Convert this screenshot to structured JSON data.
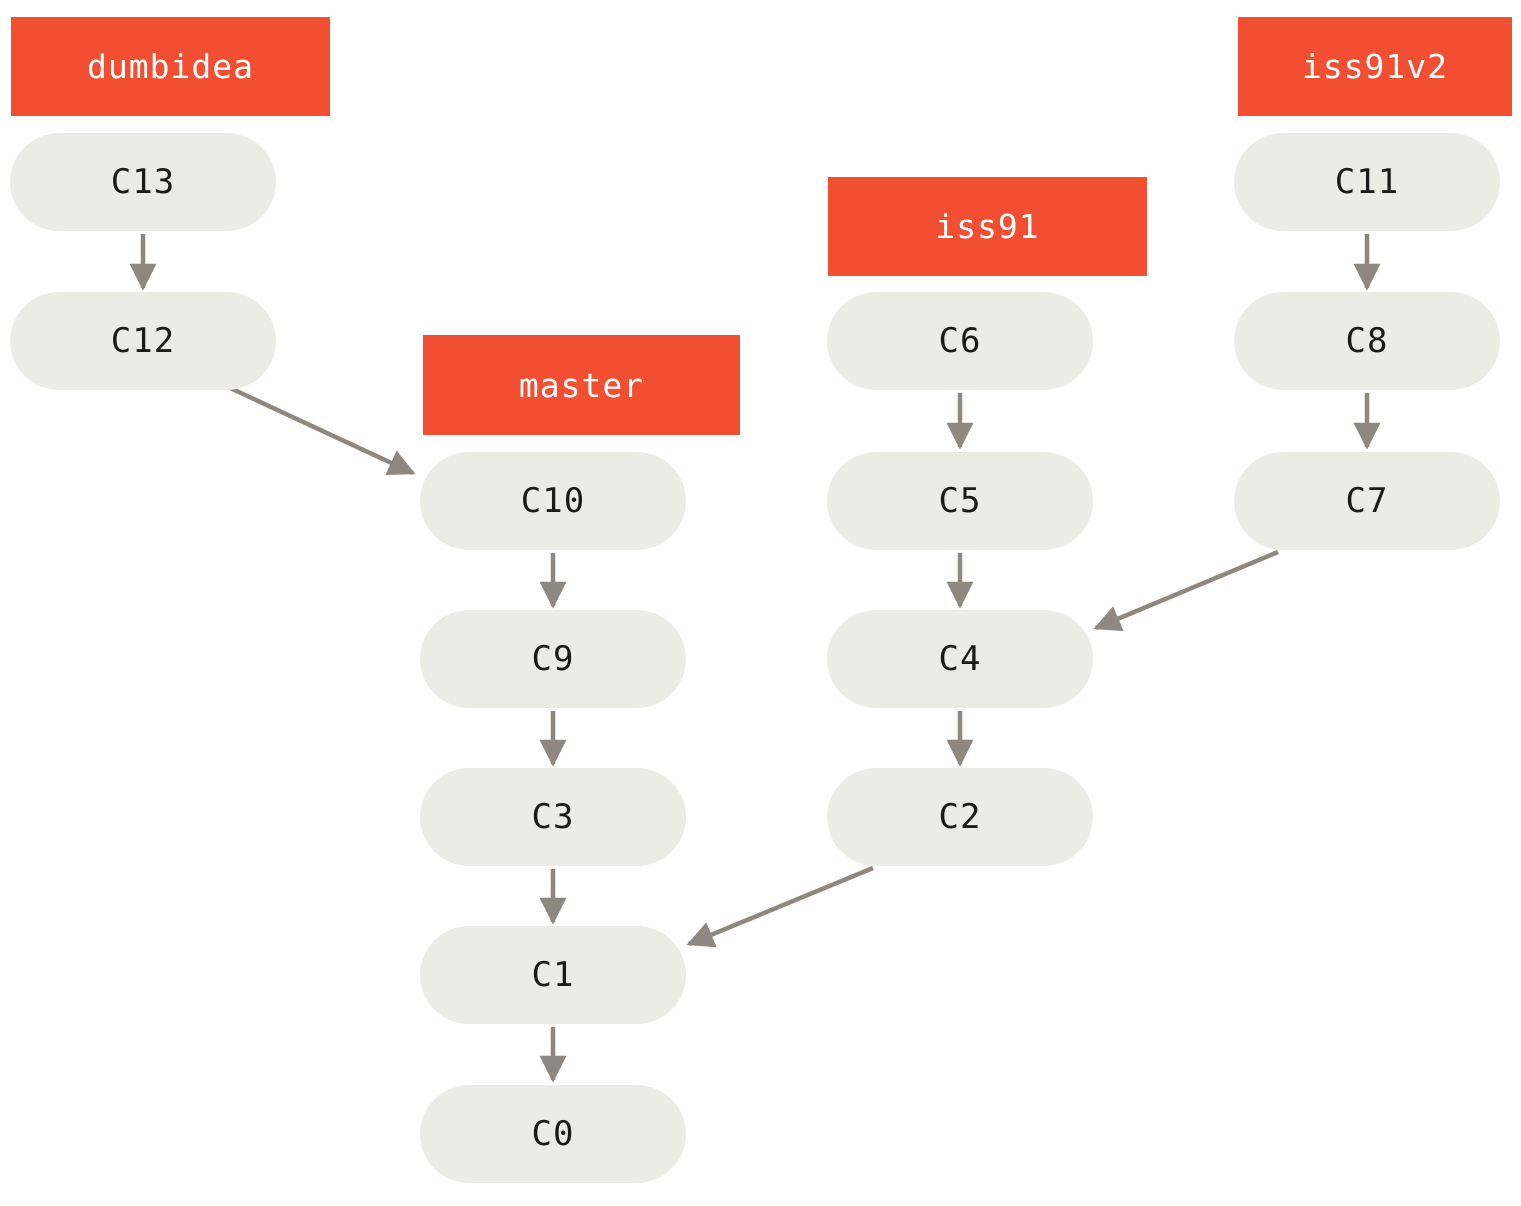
{
  "graph": {
    "description": "Git commit history diagram with four branch labels pointing at commit chains",
    "colors": {
      "branch_label_bg": "#f14e32",
      "branch_label_text": "#ffffff",
      "commit_fill": "#ecece6",
      "commit_text": "#1a1a18",
      "arrow": "#8e8880",
      "background": "#ffffff"
    },
    "branches": [
      {
        "name": "dumbidea",
        "points_to": "C13"
      },
      {
        "name": "master",
        "points_to": "C10"
      },
      {
        "name": "iss91",
        "points_to": "C6"
      },
      {
        "name": "iss91v2",
        "points_to": "C11"
      }
    ],
    "commits": [
      {
        "id": "C13"
      },
      {
        "id": "C12"
      },
      {
        "id": "C10"
      },
      {
        "id": "C9"
      },
      {
        "id": "C3"
      },
      {
        "id": "C1"
      },
      {
        "id": "C0"
      },
      {
        "id": "C6"
      },
      {
        "id": "C5"
      },
      {
        "id": "C4"
      },
      {
        "id": "C2"
      },
      {
        "id": "C11"
      },
      {
        "id": "C8"
      },
      {
        "id": "C7"
      }
    ],
    "edges": [
      {
        "from": "C13",
        "to": "C12"
      },
      {
        "from": "C12",
        "to": "C10"
      },
      {
        "from": "C10",
        "to": "C9"
      },
      {
        "from": "C9",
        "to": "C3"
      },
      {
        "from": "C3",
        "to": "C1"
      },
      {
        "from": "C1",
        "to": "C0"
      },
      {
        "from": "C6",
        "to": "C5"
      },
      {
        "from": "C5",
        "to": "C4"
      },
      {
        "from": "C4",
        "to": "C2"
      },
      {
        "from": "C2",
        "to": "C1"
      },
      {
        "from": "C11",
        "to": "C8"
      },
      {
        "from": "C8",
        "to": "C7"
      },
      {
        "from": "C7",
        "to": "C4"
      }
    ]
  }
}
